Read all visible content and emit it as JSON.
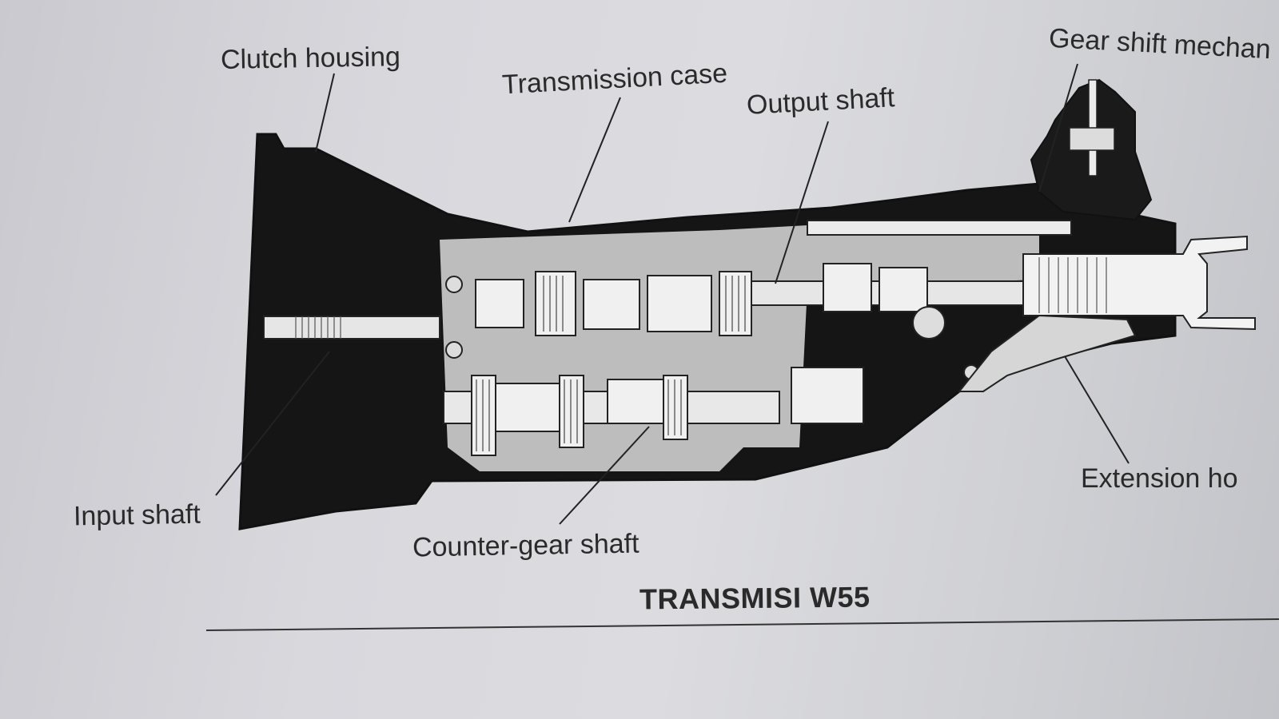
{
  "labels": {
    "clutch_housing": "Clutch housing",
    "transmission_case": "Transmission case",
    "output_shaft": "Output shaft",
    "gear_shift": "Gear shift mechan",
    "input_shaft": "Input shaft",
    "counter_gear_shaft": "Counter-gear shaft",
    "extension_housing": "Extension ho"
  },
  "caption": "TRANSMISI W55"
}
